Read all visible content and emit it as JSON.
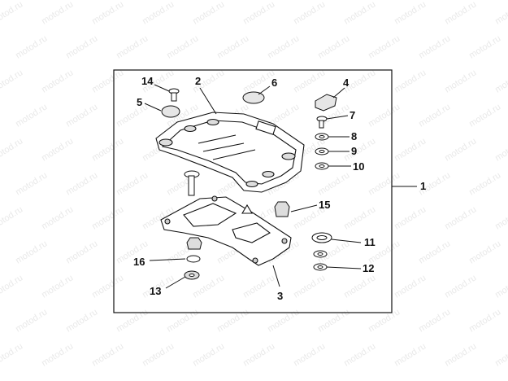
{
  "watermark": "motod.ru",
  "frame_callout": "1",
  "callouts": [
    {
      "id": "c2",
      "label": "2"
    },
    {
      "id": "c3",
      "label": "3"
    },
    {
      "id": "c4",
      "label": "4"
    },
    {
      "id": "c5",
      "label": "5"
    },
    {
      "id": "c6",
      "label": "6"
    },
    {
      "id": "c7",
      "label": "7"
    },
    {
      "id": "c8",
      "label": "8"
    },
    {
      "id": "c9",
      "label": "9"
    },
    {
      "id": "c10",
      "label": "10"
    },
    {
      "id": "c11",
      "label": "11"
    },
    {
      "id": "c12",
      "label": "12"
    },
    {
      "id": "c13",
      "label": "13"
    },
    {
      "id": "c14",
      "label": "14"
    },
    {
      "id": "c15",
      "label": "15"
    },
    {
      "id": "c16",
      "label": "16"
    }
  ]
}
